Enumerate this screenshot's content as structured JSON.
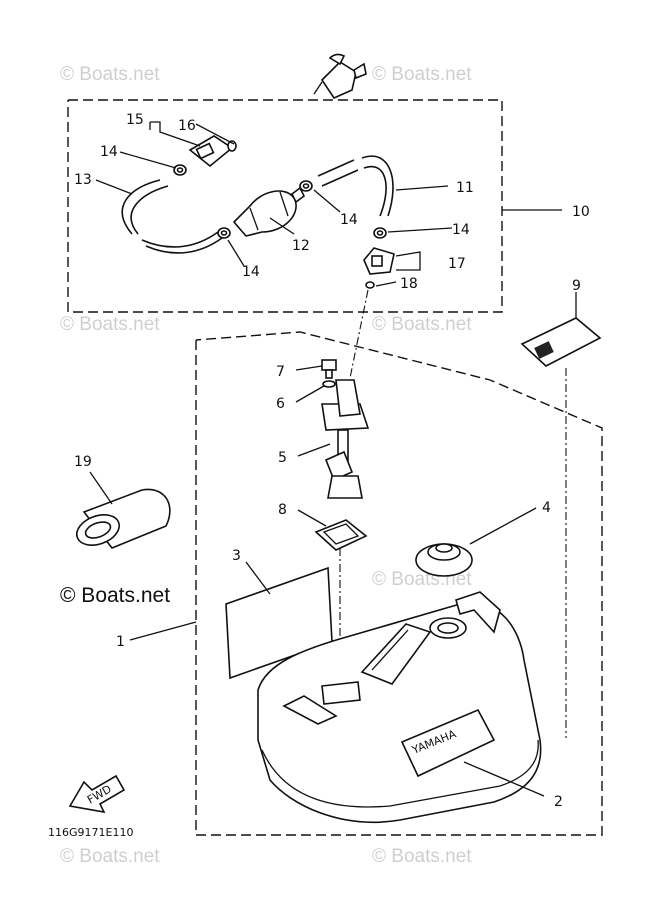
{
  "watermark": "© Boats.net",
  "copyright": "© Boats.net",
  "figure_code": "116G9171E110",
  "fwd_label": "FWD",
  "tank_brand": "YAMAHA",
  "callouts": {
    "c1": "1",
    "c2": "2",
    "c3": "3",
    "c4": "4",
    "c5": "5",
    "c6": "6",
    "c7": "7",
    "c8": "8",
    "c9": "9",
    "c10": "10",
    "c11": "11",
    "c12": "12",
    "c13": "13",
    "c14a": "14",
    "c14b": "14",
    "c14c": "14",
    "c14d": "14",
    "c15": "15",
    "c16": "16",
    "c17": "17",
    "c18": "18",
    "c19": "19"
  }
}
